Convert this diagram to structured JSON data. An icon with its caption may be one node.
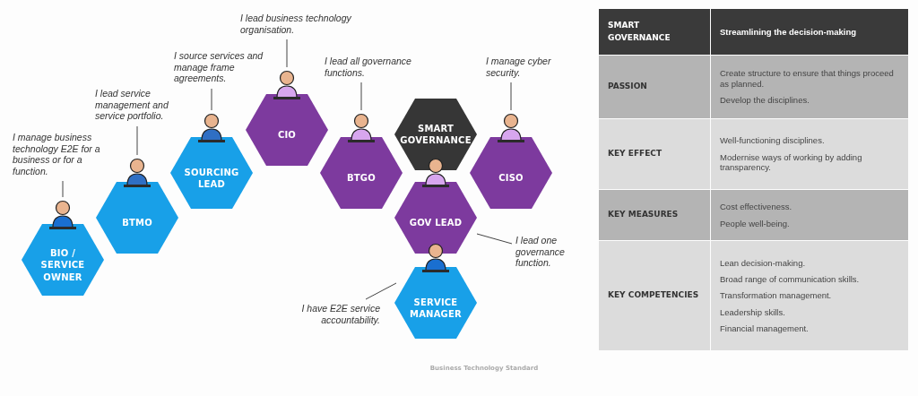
{
  "diagram": {
    "nodes": [
      {
        "text": [
          "BIO / SERVICE OWNER"
        ]
      },
      {
        "text": [
          "BTMO"
        ]
      },
      {
        "text": [
          "SOURCING LEAD"
        ]
      },
      {
        "text": [
          "CIO"
        ]
      },
      {
        "text": [
          "BTGO"
        ]
      },
      {
        "text": [
          "SMART GOVERNANCE"
        ]
      },
      {
        "text": [
          "CISO"
        ]
      },
      {
        "text": [
          "GOV LEAD"
        ]
      },
      {
        "text": [
          "SERVICE MANAGER"
        ]
      },
      {
        "text": [
          "I manage business technology E2E for a business or for a function."
        ]
      },
      {
        "text": [
          "I lead service management and service portfolio."
        ]
      },
      {
        "text": [
          "I source services and manage frame agreements."
        ]
      },
      {
        "text": [
          "I lead business technology organisation."
        ]
      },
      {
        "text": [
          "I lead all governance functions."
        ]
      },
      {
        "text": [
          "I manage cyber security."
        ]
      },
      {
        "text": [
          "I lead one governance function."
        ]
      },
      {
        "text": [
          "I have E2E service accountability."
        ]
      }
    ],
    "edges": [
      {
        "from": 9,
        "to": 0,
        "arrow": "none"
      },
      {
        "from": 10,
        "to": 1,
        "arrow": "none"
      },
      {
        "from": 11,
        "to": 2,
        "arrow": "none"
      },
      {
        "from": 12,
        "to": 3,
        "arrow": "none"
      },
      {
        "from": 13,
        "to": 4,
        "arrow": "none"
      },
      {
        "from": 14,
        "to": 6,
        "arrow": "none"
      },
      {
        "from": 15,
        "to": 7,
        "arrow": "none"
      },
      {
        "from": 16,
        "to": 8,
        "arrow": "none"
      }
    ],
    "labels": [
      "SMART GOVERNANCE",
      "Streamlining the decision-making",
      "PASSION",
      "Create structure to ensure that things proceed as planned.",
      "Develop the disciplines.",
      "KEY EFFECT",
      "Well-functioning disciplines.",
      "Modernise ways of working by adding transparency.",
      "KEY MEASURES",
      "Cost effectiveness.",
      "People well-being.",
      "KEY COMPETENCIES",
      "Lean decision-making.",
      "Broad range of communication skills.",
      "Transformation management.",
      "Leadership skills.",
      "Financial management.",
      "Business Technology Standard"
    ]
  }
}
